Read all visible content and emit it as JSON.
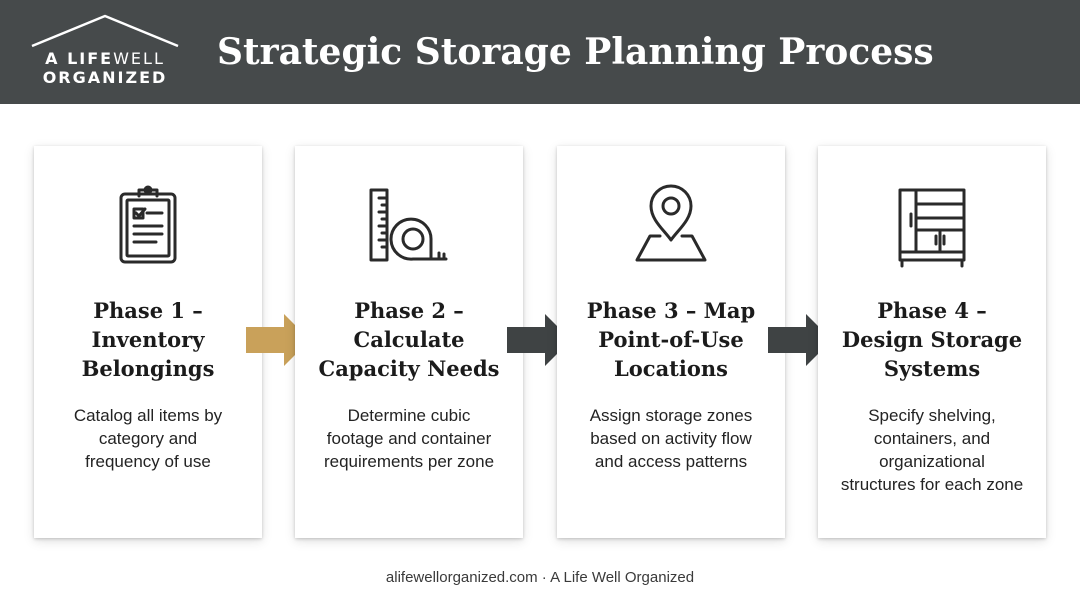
{
  "header": {
    "logo_line1_bold": "A LIFE",
    "logo_line1_light": "WELL",
    "logo_line2": "ORGANIZED",
    "title": "Strategic Storage Planning Process"
  },
  "phases": [
    {
      "icon": "clipboard-checklist-icon",
      "title": "Phase 1 –\nInventory\nBelongings",
      "description": "Catalog all items by\ncategory and\nfrequency of use"
    },
    {
      "icon": "ruler-tape-measure-icon",
      "title": "Phase 2 –\nCalculate\nCapacity Needs",
      "description": "Determine cubic\nfootage and container\nrequirements per zone"
    },
    {
      "icon": "map-pin-icon",
      "title": "Phase 3 – Map\nPoint-of-Use\nLocations",
      "description": "Assign storage zones\nbased on activity flow\nand access patterns"
    },
    {
      "icon": "storage-cabinet-icon",
      "title": "Phase 4 –\nDesign Storage\nSystems",
      "description": "Specify shelving,\ncontainers, and\norganizational\nstructures for each zone"
    }
  ],
  "colors": {
    "header_bg": "#464a4b",
    "accent_arrow": "#c9a15a",
    "dark_arrow": "#3f4344"
  },
  "footer": {
    "text": "alifewellorganized.com · A Life Well Organized"
  }
}
